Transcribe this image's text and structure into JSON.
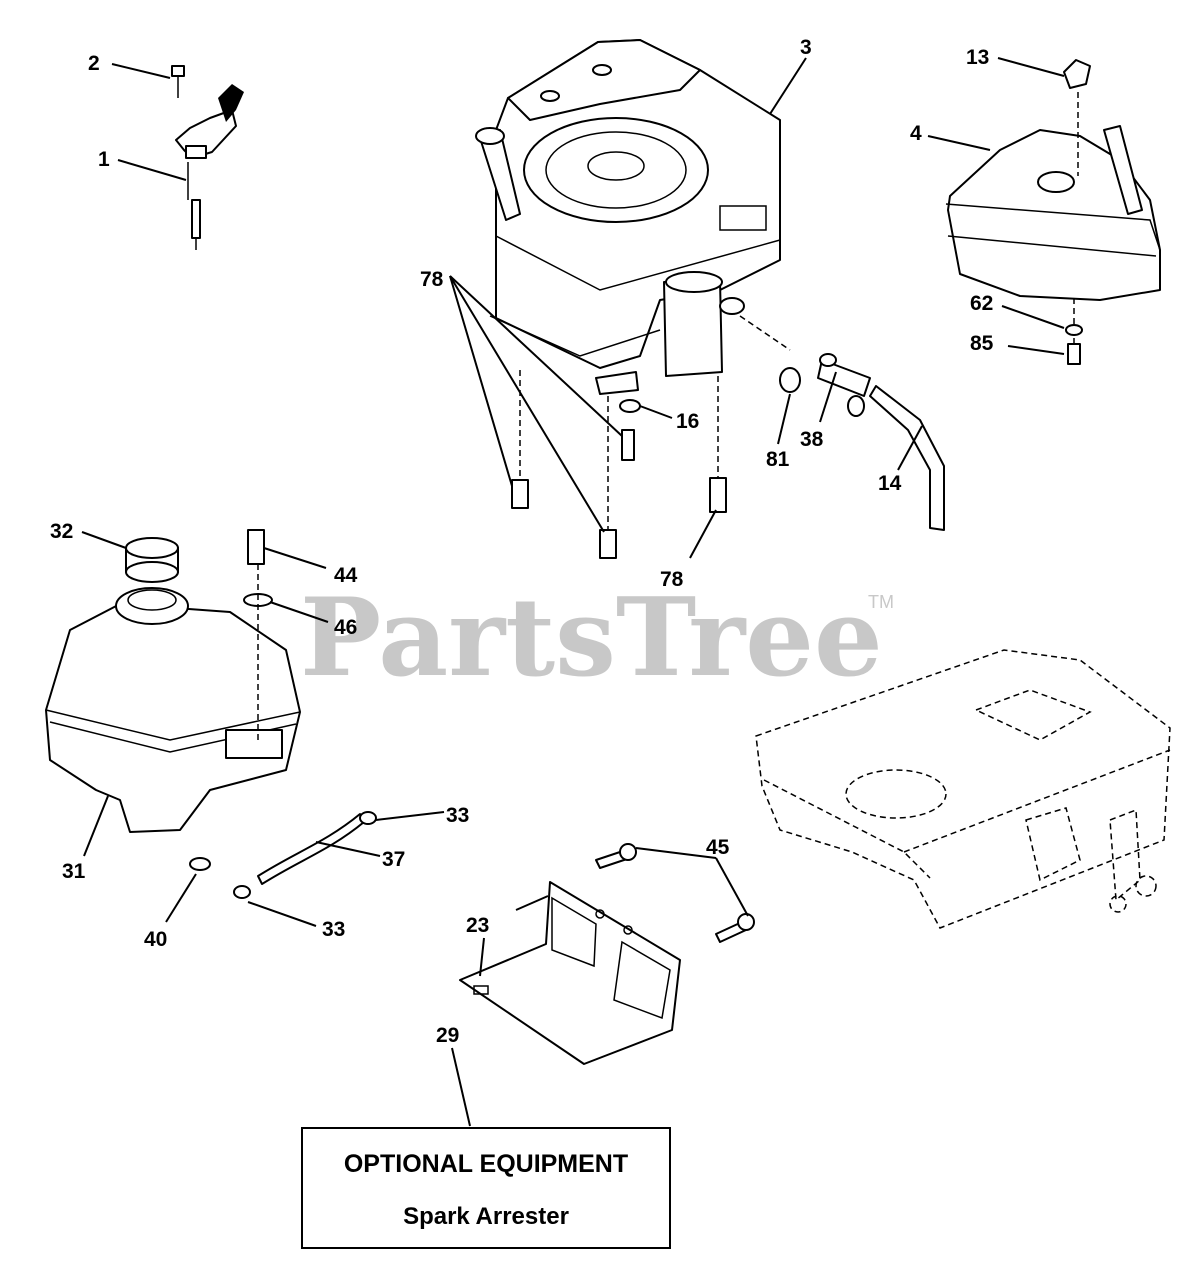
{
  "watermark": {
    "text": "PartsTree",
    "trademark": "TM"
  },
  "callouts": {
    "c1": "1",
    "c2": "2",
    "c3": "3",
    "c4": "4",
    "c13": "13",
    "c62": "62",
    "c85": "85",
    "c78a": "78",
    "c16": "16",
    "c81": "81",
    "c38": "38",
    "c14": "14",
    "c78b": "78",
    "c32": "32",
    "c44": "44",
    "c46": "46",
    "c31": "31",
    "c33a": "33",
    "c37": "37",
    "c40": "40",
    "c33b": "33",
    "c45": "45",
    "c23": "23",
    "c29": "29"
  },
  "optional_box": {
    "title": "OPTIONAL EQUIPMENT",
    "subtitle": "Spark Arrester"
  }
}
